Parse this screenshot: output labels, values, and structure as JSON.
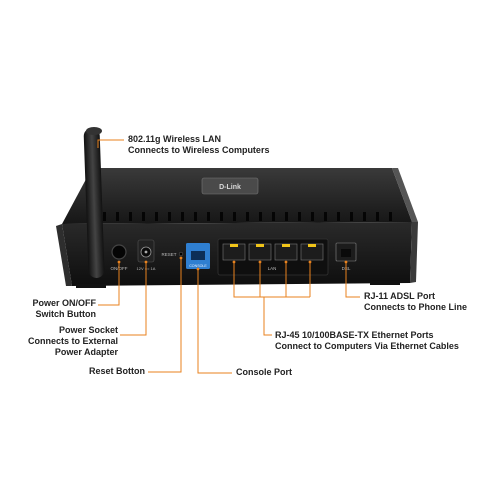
{
  "colors": {
    "callout_line": "#e8821e",
    "router_body": "#1c1c1c",
    "console_port": "#2f7fd1",
    "lan_port": "#f0c419"
  },
  "device": {
    "logo_text": "D-Link",
    "port_labels": {
      "power_switch": "ON/OFF",
      "power_socket": "12V == 1A",
      "reset": "RESET",
      "console": "CONSOLE",
      "lan": "LAN",
      "dsl": "DSL"
    }
  },
  "callouts": {
    "wireless": {
      "line1": "802.11g Wireless LAN",
      "line2": "Connects to Wireless Computers"
    },
    "power_switch": {
      "line1": "Power ON/OFF",
      "line2": "Switch Button"
    },
    "power_socket": {
      "line1": "Power Socket",
      "line2": "Connects to External",
      "line3": "Power Adapter"
    },
    "reset": {
      "line1": "Reset Botton"
    },
    "console": {
      "line1": "Console Port"
    },
    "ethernet": {
      "line1": "RJ-45 10/100BASE-TX Ethernet Ports",
      "line2": "Connect to Computers Via Ethernet Cables"
    },
    "adsl": {
      "line1": "RJ-11 ADSL Port",
      "line2": "Connects to Phone Line"
    }
  }
}
